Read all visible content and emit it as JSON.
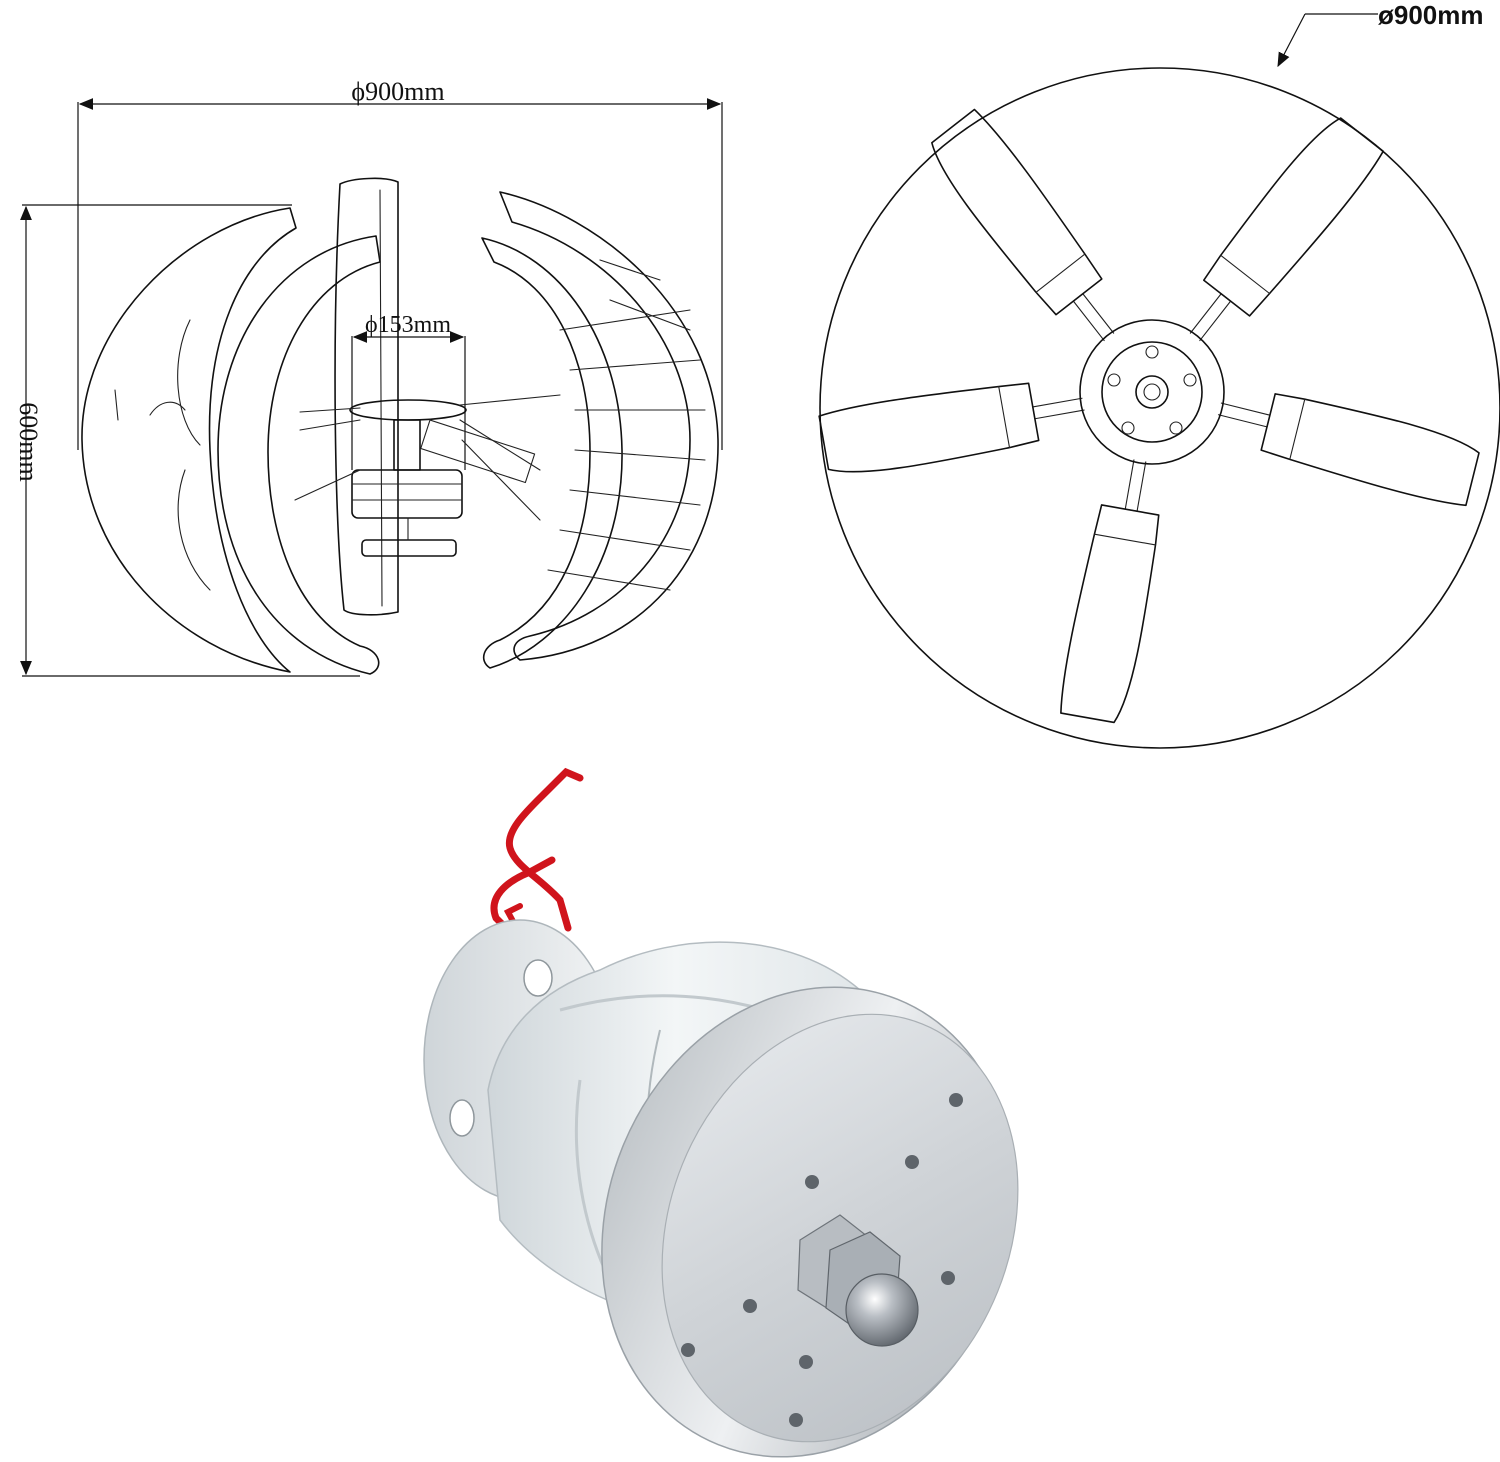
{
  "front_view": {
    "width_label": "ϕ900mm",
    "height_label": "600mm",
    "hub_label": "ϕ153mm"
  },
  "top_view": {
    "diameter_label": "ø900mm",
    "blade_count": 5
  },
  "generator_photo": {
    "wire_color": "#d0141c",
    "body_color": "#e9eef0",
    "flange_color": "#c9ccd0",
    "nut_color": "#9aa0a6"
  }
}
